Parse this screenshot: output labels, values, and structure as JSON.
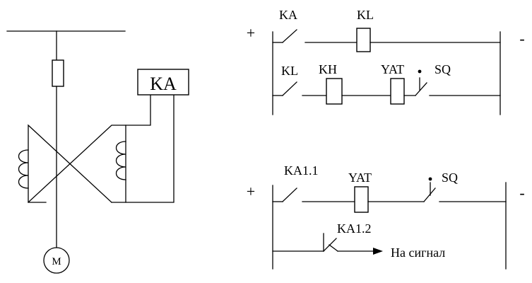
{
  "power_circuit": {
    "relay_box": "KA",
    "motor": "M"
  },
  "control_circuit_1": {
    "plus": "+",
    "minus": "-",
    "ka_contact": "KA",
    "kl_coil": "KL",
    "kl_contact": "KL",
    "kh_coil": "KH",
    "yat_coil": "YAT",
    "sq_switch": "SQ"
  },
  "control_circuit_2": {
    "plus": "+",
    "minus": "-",
    "ka11_contact": "KA1.1",
    "yat_coil": "YAT",
    "sq_switch": "SQ",
    "ka12_contact": "KA1.2",
    "signal_output": "На сигнал"
  }
}
